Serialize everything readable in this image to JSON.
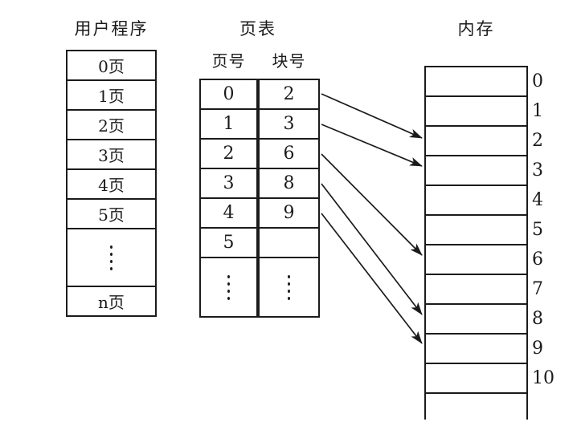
{
  "user_program": {
    "title": "用户程序",
    "rows": [
      "0页",
      "1页",
      "2页",
      "3页",
      "4页",
      "5页",
      "⋮",
      "n页"
    ]
  },
  "page_table": {
    "title": "页表",
    "col_headers": [
      "页号",
      "块号"
    ],
    "page_col": [
      "0",
      "1",
      "2",
      "3",
      "4",
      "5",
      "⋮"
    ],
    "block_col": [
      "2",
      "3",
      "6",
      "8",
      "9",
      "",
      "⋮"
    ]
  },
  "memory": {
    "title": "内存",
    "block_labels": [
      "0",
      "1",
      "2",
      "3",
      "4",
      "5",
      "6",
      "7",
      "8",
      "9",
      "10"
    ]
  },
  "mappings": [
    {
      "page": "0",
      "block": "2"
    },
    {
      "page": "1",
      "block": "3"
    },
    {
      "page": "2",
      "block": "6"
    },
    {
      "page": "3",
      "block": "8"
    },
    {
      "page": "4",
      "block": "9"
    }
  ],
  "colors": {
    "line": "#1b1b1b",
    "background": "#ffffff"
  }
}
